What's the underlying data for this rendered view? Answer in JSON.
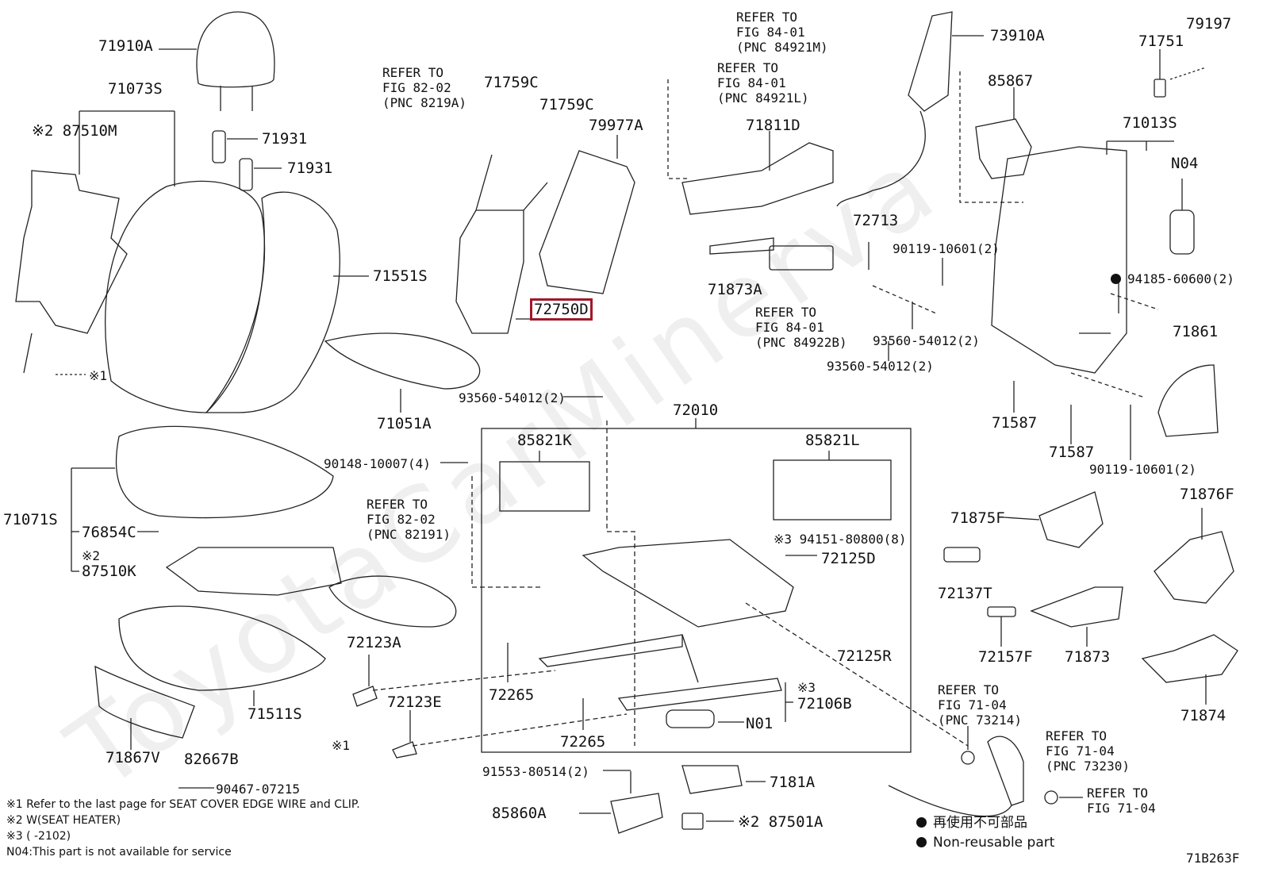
{
  "watermark": "ToyotaCarMinerva",
  "labels": {
    "p71910A": "71910A",
    "p71073S": "71073S",
    "p87510M": "※2 87510M",
    "p71931a": "71931",
    "p71931b": "71931",
    "p71551S": "71551S",
    "x1a": "※1",
    "p71759C_a": "71759C",
    "p71759C_b": "71759C",
    "p79977A": "79977A",
    "p72750D": "72750D",
    "p71051A": "71051A",
    "p71811D": "71811D",
    "p73910A": "73910A",
    "p79197": "79197",
    "p71751": "71751",
    "p85867": "85867",
    "p71013S": "71013S",
    "pN04": "N04",
    "p72713": "72713",
    "p90119a": "90119-10601(2)",
    "p94185": "94185-60600(2)",
    "p71873A": "71873A",
    "p93560a": "93560-54012(2)",
    "p93560b": "93560-54012(2)",
    "p71861": "71861",
    "p93560c": "93560-54012(2)",
    "p72010": "72010",
    "p71587a": "71587",
    "p71587b": "71587",
    "p90119b": "90119-10601(2)",
    "p85821K": "85821K",
    "p85821L": "85821L",
    "p90148": "90148-10007(4)",
    "p71071S": "71071S",
    "p76854C": "76854C",
    "x2b": "※2",
    "p87510K": "87510K",
    "p94151": "※3 94151-80800(8)",
    "p72125D": "72125D",
    "p71875F": "71875F",
    "p71876F": "71876F",
    "p72137T": "72137T",
    "p72123A": "72123A",
    "p72265a": "72265",
    "p72125R": "72125R",
    "p72157F": "72157F",
    "p71873": "71873",
    "p71511S": "71511S",
    "p72123E": "72123E",
    "x3a": "※3",
    "p72106B": "72106B",
    "pN01": "N01",
    "p72265b": "72265",
    "p71874": "71874",
    "p71867V": "71867V",
    "p82667B": "82667B",
    "x1b": "※1",
    "p91553": "91553-80514(2)",
    "p7181A": "7181A",
    "p90467": "90467-07215",
    "p85860A": "85860A",
    "p87501A": "※2 87501A",
    "fig_id": "71B263F"
  },
  "refs": {
    "r1": "REFER TO\nFIG 84-01\n(PNC 84921M)",
    "r2": "REFER TO\nFIG 84-01\n(PNC 84921L)",
    "r3": "REFER TO\nFIG 82-02\n(PNC 8219A)",
    "r4": "REFER TO\nFIG 84-01\n(PNC 84922B)",
    "r5": "REFER TO\nFIG 82-02\n(PNC 82191)",
    "r6": "REFER TO\nFIG 71-04\n(PNC 73214)",
    "r7": "REFER TO\nFIG 71-04\n(PNC 73230)",
    "r8": "REFER TO\nFIG 71-04"
  },
  "notes": {
    "n1": "※1 Refer to the last page for SEAT COVER EDGE WIRE and CLIP.",
    "n2": "※2 W(SEAT HEATER)",
    "n3": "※3 (      -2102)",
    "n4": "N04:This part is not available for service"
  },
  "legend": {
    "jp": "再使用不可部品",
    "en": "Non-reusable part"
  },
  "colors": {
    "highlight": "#a0182b",
    "ink": "#111111"
  }
}
